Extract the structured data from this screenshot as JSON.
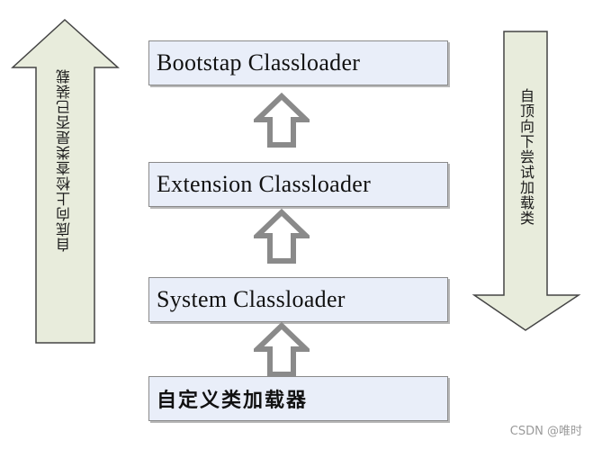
{
  "boxes": {
    "bootstrap": "Bootstap Classloader",
    "extension": "Extension Classloader",
    "system": "System Classloader",
    "custom": "自定义类加载器"
  },
  "arrows": {
    "left_label": "自底向上检查类是否已装载",
    "right_label": "自顶向下尝试加载类"
  },
  "watermark": "CSDN @唯时",
  "colors": {
    "box_fill": "#e9eef9",
    "side_arrow_fill": "#e8ecdc",
    "up_arrow_fill": "#8a8a8a"
  }
}
